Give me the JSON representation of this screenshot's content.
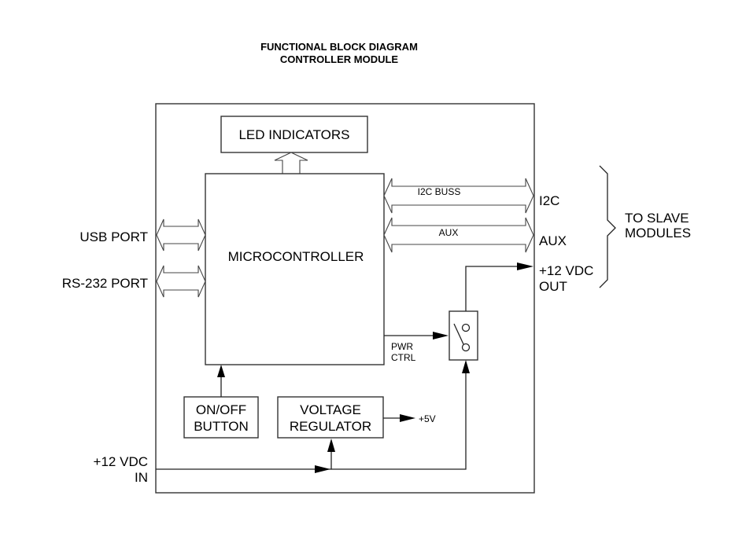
{
  "title": {
    "line1": "FUNCTIONAL BLOCK DIAGRAM",
    "line2": "CONTROLLER MODULE"
  },
  "blocks": {
    "led_indicators": "LED INDICATORS",
    "microcontroller": "MICROCONTROLLER",
    "onoff_button": {
      "line1": "ON/OFF",
      "line2": "BUTTON"
    },
    "voltage_regulator": {
      "line1": "VOLTAGE",
      "line2": "REGULATOR"
    },
    "power_switch": "switch"
  },
  "buses": {
    "i2c_bus_label": "I2C BUSS",
    "aux_bus_label": "AUX"
  },
  "left_ports": {
    "usb": "USB PORT",
    "rs232": "RS-232 PORT",
    "vdc_in": {
      "line1": "+12 VDC",
      "line2": "IN"
    }
  },
  "right_ports": {
    "i2c": "I2C",
    "aux": "AUX",
    "vdc_out": {
      "line1": "+12 VDC",
      "line2": "OUT"
    },
    "to_slave": {
      "line1": "TO SLAVE",
      "line2": "MODULES"
    }
  },
  "signals": {
    "pwr_ctrl": {
      "line1": "PWR",
      "line2": "CTRL"
    },
    "plus5v": "+5V"
  }
}
